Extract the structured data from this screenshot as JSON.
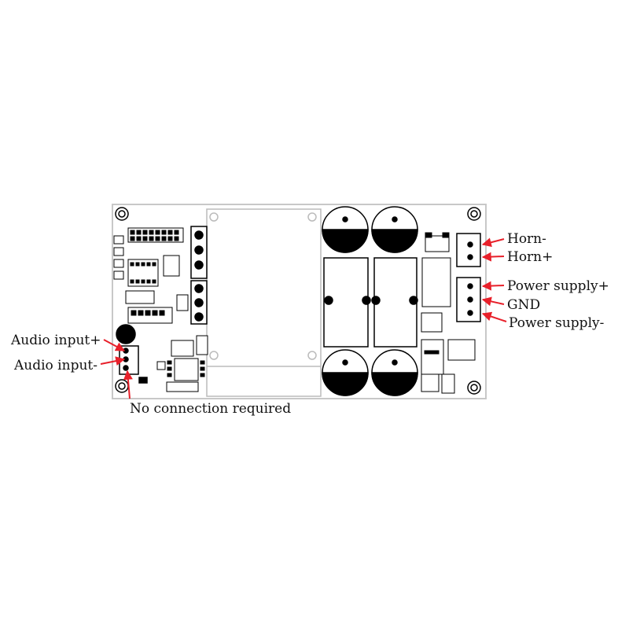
{
  "labels": {
    "horn_minus": "Horn-",
    "horn_plus": "Horn+",
    "power_supply_plus": "Power supply+",
    "gnd": "GND",
    "power_supply_minus": "Power supply-",
    "audio_input_plus": "Audio input+",
    "audio_input_minus": "Audio input-",
    "no_connection": "No connection required"
  },
  "colors": {
    "arrow": "#e8202a",
    "outline": "#000000",
    "board_edge": "#c8c8c8"
  }
}
